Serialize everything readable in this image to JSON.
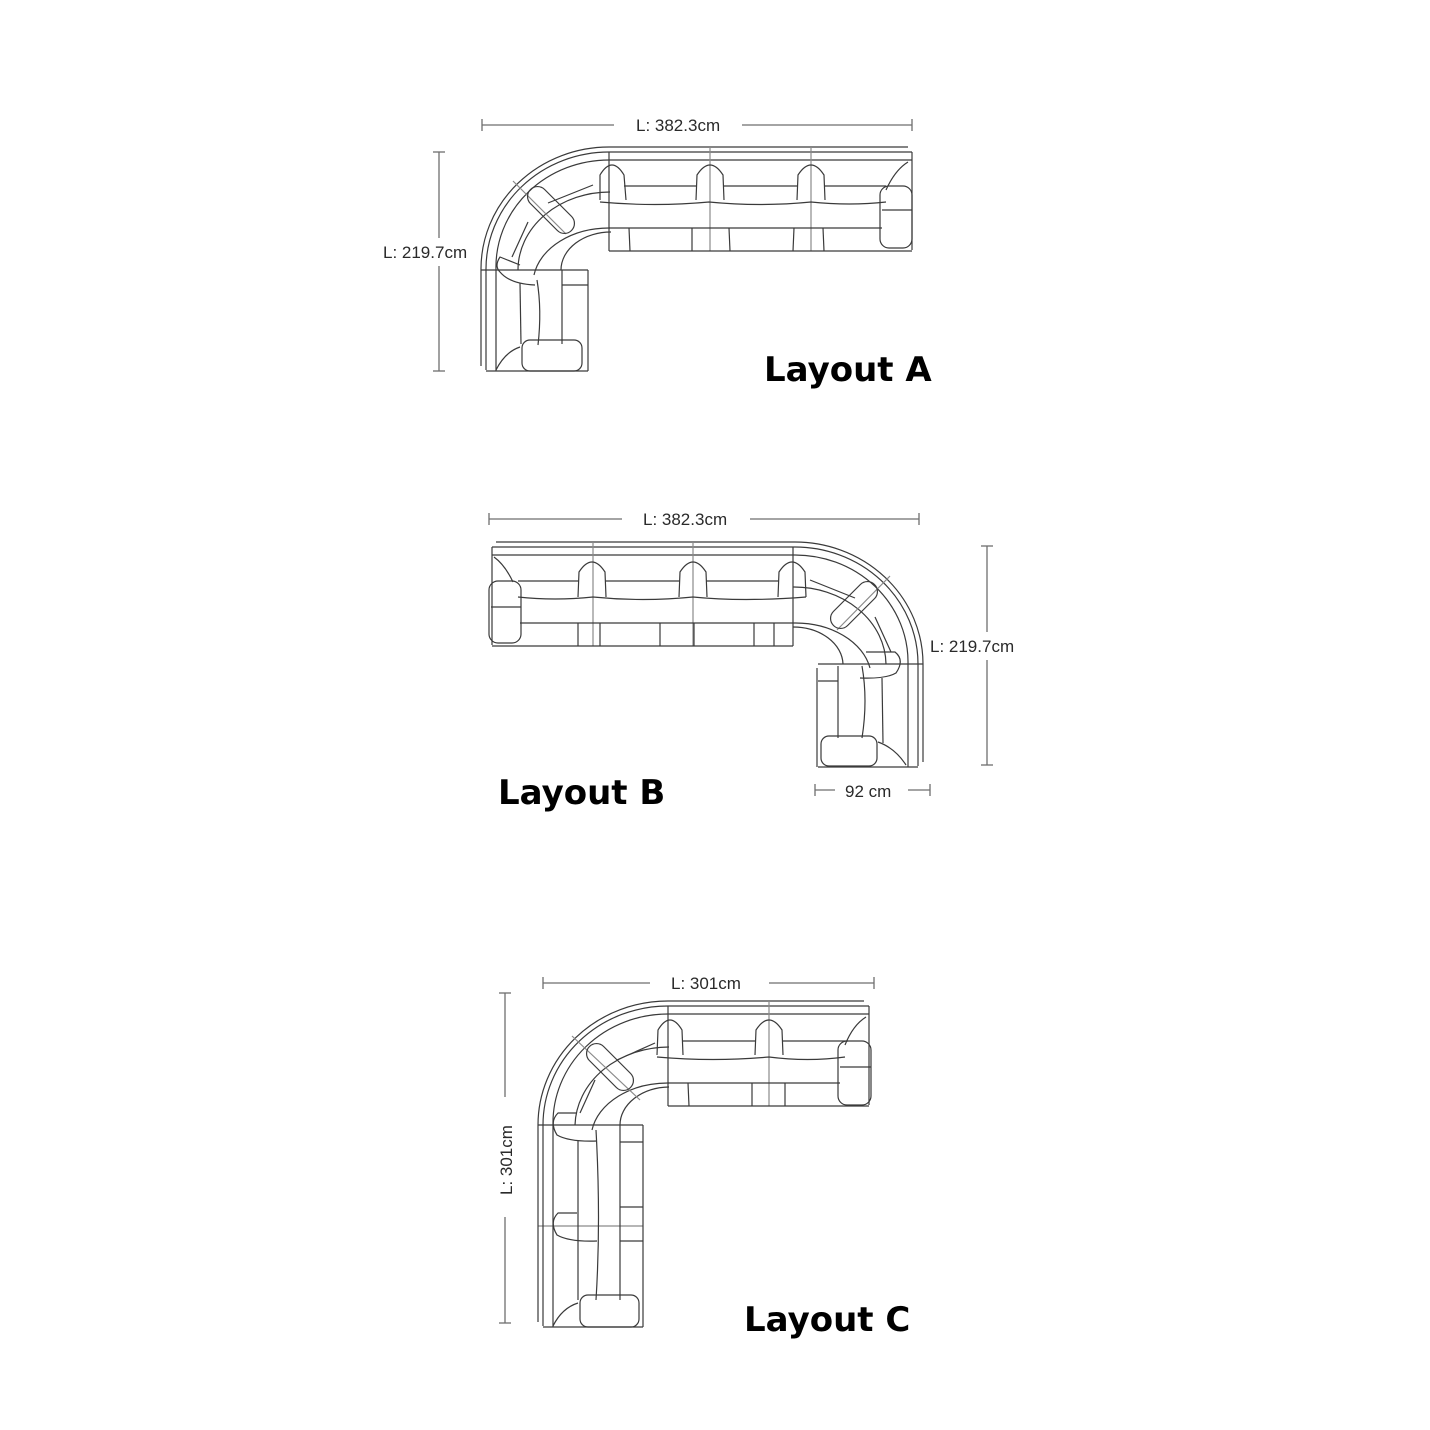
{
  "diagram": {
    "subject": "Modular curved sectional sofa layouts (top view)",
    "layouts": [
      {
        "id": "A",
        "title": "Layout A",
        "orientation": "corner top-left, chaise down-left",
        "dimensions": {
          "length": "L:  382.3cm",
          "depth": "L: 219.7cm"
        }
      },
      {
        "id": "B",
        "title": "Layout B",
        "orientation": "corner top-right, chaise down-right",
        "dimensions": {
          "length": "L:  382.3cm",
          "depth": "L: 219.7cm",
          "chaise_width": "92 cm"
        }
      },
      {
        "id": "C",
        "title": "Layout C",
        "orientation": "symmetric corner top-left",
        "dimensions": {
          "length": "L:  301cm",
          "depth": "L:  301cm"
        }
      }
    ]
  }
}
